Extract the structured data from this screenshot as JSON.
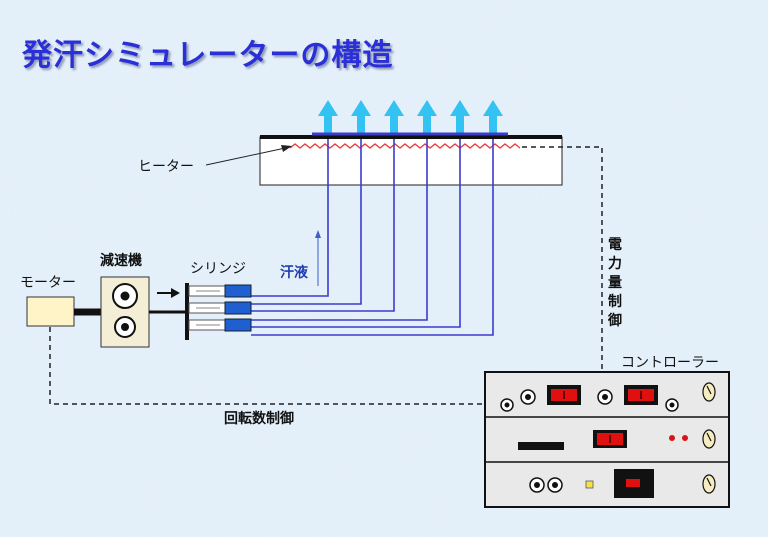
{
  "title": "発汗シミュレーターの構造",
  "labels": {
    "heater": "ヒーター",
    "motor": "モーター",
    "reducer": "減速機",
    "syringe": "シリンジ",
    "sweat": "汗液",
    "power_control": "電力量制御",
    "controller": "コントローラー",
    "rotation_control": "回転数制御"
  },
  "colors": {
    "title": "#2b2fd6",
    "arrow": "#33c3f2",
    "tube": "#3c3ccc",
    "heater_wire": "#e83b3b",
    "switch_red": "#e01010",
    "motor_fill": "#fff3c8",
    "controller_fill": "#e9e9e9"
  }
}
